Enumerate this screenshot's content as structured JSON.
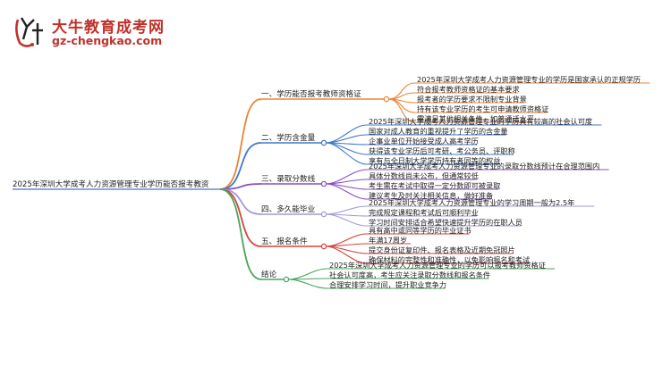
{
  "logo": {
    "title": "大牛教育成考网",
    "url": "gz-chengkao.com"
  },
  "colors": {
    "orange": "#e8853a",
    "blue": "#3f79c9",
    "purple": "#8a4fc0",
    "lavender": "#a29bd9",
    "red": "#d2453d",
    "green": "#49a55a",
    "brand": "#c0312a"
  },
  "mindmap": {
    "root": "2025年深圳大学成考人力资源管理专业学历能否报考教资",
    "branches": [
      {
        "label": "一、学历能否报考教师资格证",
        "color": "#e8853a",
        "leaves": [
          "2025年深圳大学成考人力资源管理专业的学历是国家承认的正规学历",
          "符合报考教师资格证的基本要求",
          "报考者的学历要求不限制专业背景",
          "持有该专业学历的考生可申请教师资格证",
          "需满足其他相关条件，如普通话水平"
        ]
      },
      {
        "label": "二、学历含金量",
        "color": "#3f79c9",
        "leaves": [
          "2025年深圳大学成考人力资源管理专业的学历具有较高的社会认可度",
          "国家对成人教育的重视提升了学历的含金量",
          "企事业单位开始接受成人高考学历",
          "获得该专业学历后可考研、考公务员、评职称",
          "享有与全日制大学学历持有者同等的权益"
        ]
      },
      {
        "label": "三、录取分数线",
        "color": "#8a4fc0",
        "leaves": [
          "2025年深圳大学成考人力资源管理专业的录取分数线预计在合理范围内",
          "具体分数线尚未公布，但通常较低",
          "考生需在考试中取得一定分数即可被录取",
          "建议考生及时关注相关信息，做好准备"
        ]
      },
      {
        "label": "四、多久能毕业",
        "color": "#a29bd9",
        "leaves": [
          "2025年深圳大学成考人力资源管理专业的学习周期一般为2.5年",
          "完成规定课程和考试后可顺利毕业",
          "学习时间安排适合希望快速提升学历的在职人员"
        ]
      },
      {
        "label": "五、报名条件",
        "color": "#d2453d",
        "leaves": [
          "具有高中或同等学历的毕业证书",
          "年满17周岁",
          "提交身份证复印件、报名表格及近期免冠照片",
          "确保材料的完整性和准确性，以免影响报名和考试"
        ]
      },
      {
        "label": "结论",
        "color": "#49a55a",
        "leaves": [
          "2025年深圳大学成考人力资源管理专业的学历可以报考教师资格证",
          "社会认可度高，考生应关注录取分数线和报名条件",
          "合理安排学习时间，提升职业竞争力"
        ]
      }
    ]
  }
}
